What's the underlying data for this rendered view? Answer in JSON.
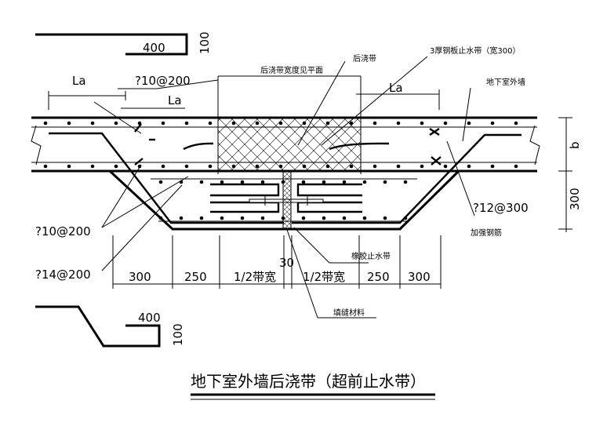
{
  "title": "地下室外墙后浇带（超前止水带）",
  "labels": {
    "top_400": "400",
    "top_100": "100",
    "bot_400": "400",
    "bot_100": "100",
    "la_left": "La",
    "la_mid": "La",
    "la_right": "La",
    "rebar_top": "?10@200",
    "rebar_10": "?10@200",
    "rebar_14": "?14@200",
    "rebar_12": "?12@300",
    "band_width_note": "后浇带宽度见平面",
    "pour_band": "后浇带",
    "steel_waterstop": "3厚钢板止水带（宽300）",
    "outer_wall": "地下室外墙",
    "dim_b": "b",
    "dim_300_right": "300",
    "reinforcing": "加强钢筋",
    "rubber_waterstop": "橡胶止水带",
    "joint_fill": "填缝材料",
    "dim_30": "30",
    "dims_bottom": [
      "300",
      "250",
      "1/2带宽",
      "1/2带宽",
      "250",
      "300"
    ]
  }
}
